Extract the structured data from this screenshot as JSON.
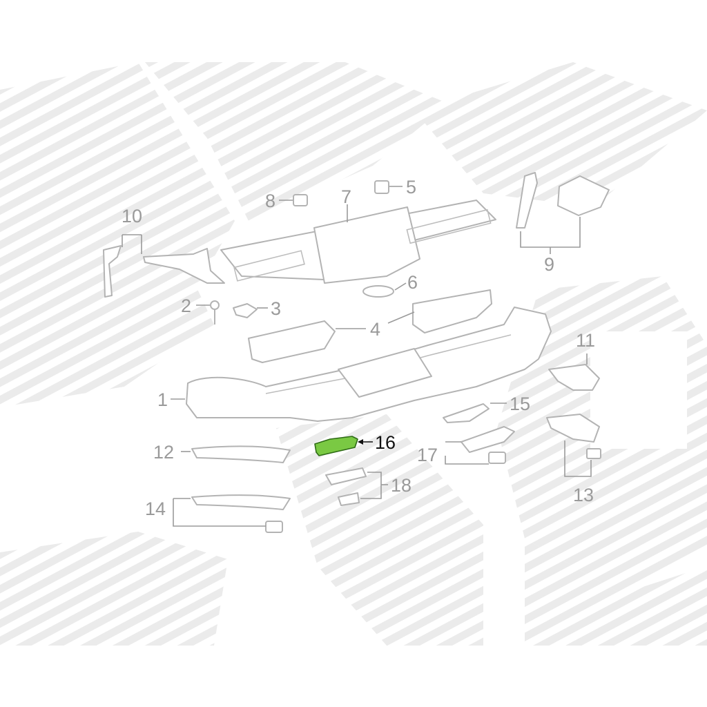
{
  "diagram": {
    "highlight_color": "#7ac943",
    "highlighted_part": "16",
    "callouts": [
      {
        "id": "1",
        "label": "1"
      },
      {
        "id": "2",
        "label": "2"
      },
      {
        "id": "3",
        "label": "3"
      },
      {
        "id": "4",
        "label": "4"
      },
      {
        "id": "5",
        "label": "5"
      },
      {
        "id": "6",
        "label": "6"
      },
      {
        "id": "7",
        "label": "7"
      },
      {
        "id": "8",
        "label": "8"
      },
      {
        "id": "9",
        "label": "9"
      },
      {
        "id": "10",
        "label": "10"
      },
      {
        "id": "11",
        "label": "11"
      },
      {
        "id": "12",
        "label": "12"
      },
      {
        "id": "13",
        "label": "13"
      },
      {
        "id": "14",
        "label": "14"
      },
      {
        "id": "15",
        "label": "15"
      },
      {
        "id": "16",
        "label": "16"
      },
      {
        "id": "17",
        "label": "17"
      },
      {
        "id": "18",
        "label": "18"
      }
    ]
  }
}
